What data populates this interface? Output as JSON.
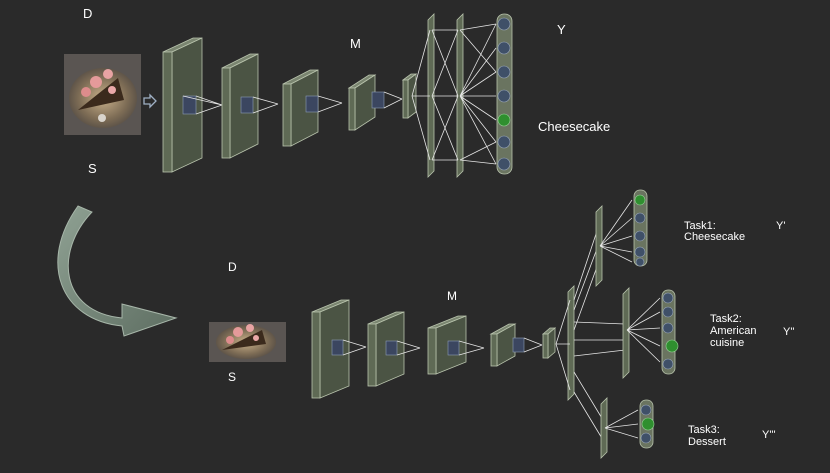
{
  "top": {
    "d_label": "D",
    "s_label": "S",
    "m_label": "M",
    "y_label": "Y",
    "prediction": "Cheesecake"
  },
  "bottom": {
    "d_label": "D",
    "s_label": "S",
    "m_label": "M",
    "tasks": [
      {
        "line1": "Task1:",
        "line2": "Cheesecake",
        "line3": "",
        "y_label": "Y'"
      },
      {
        "line1": "Task2:",
        "line2": "American",
        "line3": "cuisine",
        "y_label": "Y''"
      },
      {
        "line1": "Task3:",
        "line2": "Dessert",
        "line3": "",
        "y_label": "Y'''"
      }
    ]
  },
  "colors": {
    "background": "#2a2a2a",
    "layer_fill": "#5f6a55",
    "layer_edge": "#b9c4ad",
    "kernel": "#3b4660",
    "node": "#3f5068",
    "node_active": "#2f8f2f",
    "arrow_transfer": "#7f9080"
  }
}
